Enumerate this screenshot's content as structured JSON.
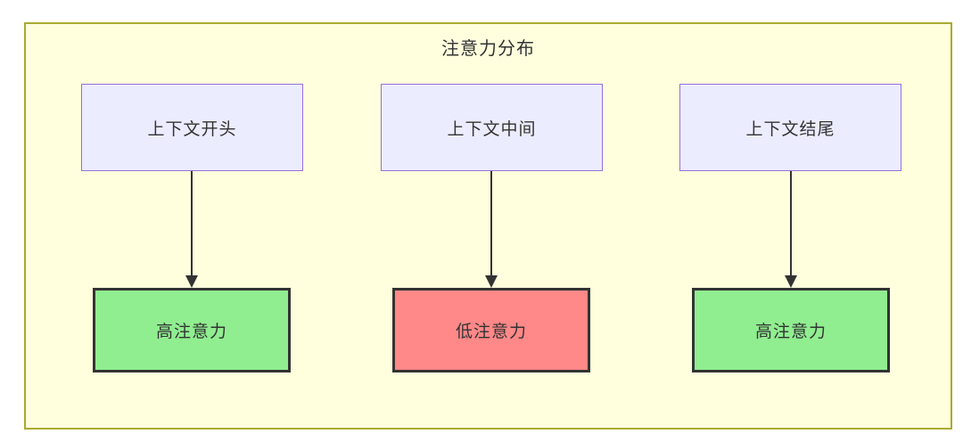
{
  "title": "注意力分布",
  "colors": {
    "page_background": "#ffffff",
    "canvas_background": "#ffffde",
    "canvas_border": "#aaaa33",
    "source_fill": "#ececff",
    "source_border": "#9370db",
    "high_attention_fill": "#90ee90",
    "low_attention_fill": "#ff8888",
    "result_border": "#333333",
    "arrow": "#333333",
    "text": "#333333"
  },
  "flows": [
    {
      "source": "上下文开头",
      "result": "高注意力",
      "result_fill": "#90ee90"
    },
    {
      "source": "上下文中间",
      "result": "低注意力",
      "result_fill": "#ff8888"
    },
    {
      "source": "上下文结尾",
      "result": "高注意力",
      "result_fill": "#90ee90"
    }
  ]
}
